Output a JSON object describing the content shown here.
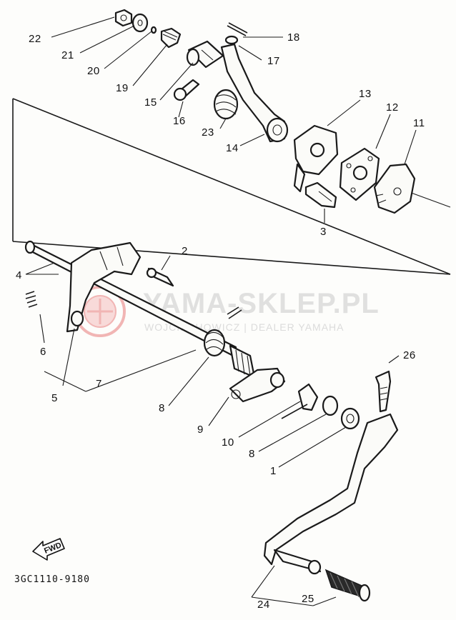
{
  "diagram": {
    "callouts": [
      "1",
      "2",
      "3",
      "4",
      "5",
      "6",
      "7",
      "8",
      "9",
      "10",
      "11",
      "12",
      "13",
      "14",
      "15",
      "16",
      "17",
      "18",
      "19",
      "20",
      "21",
      "22",
      "23",
      "24",
      "25",
      "26"
    ],
    "code": "3GC1110-9180",
    "fwd_label": "FWD"
  },
  "watermark": {
    "title": "YAMA-SKLEP.PL",
    "subtitle": "WOJCIECHOWICZ | DEALER YAMAHA",
    "color": "#c9c9c9",
    "logo_color": "#e46060"
  }
}
